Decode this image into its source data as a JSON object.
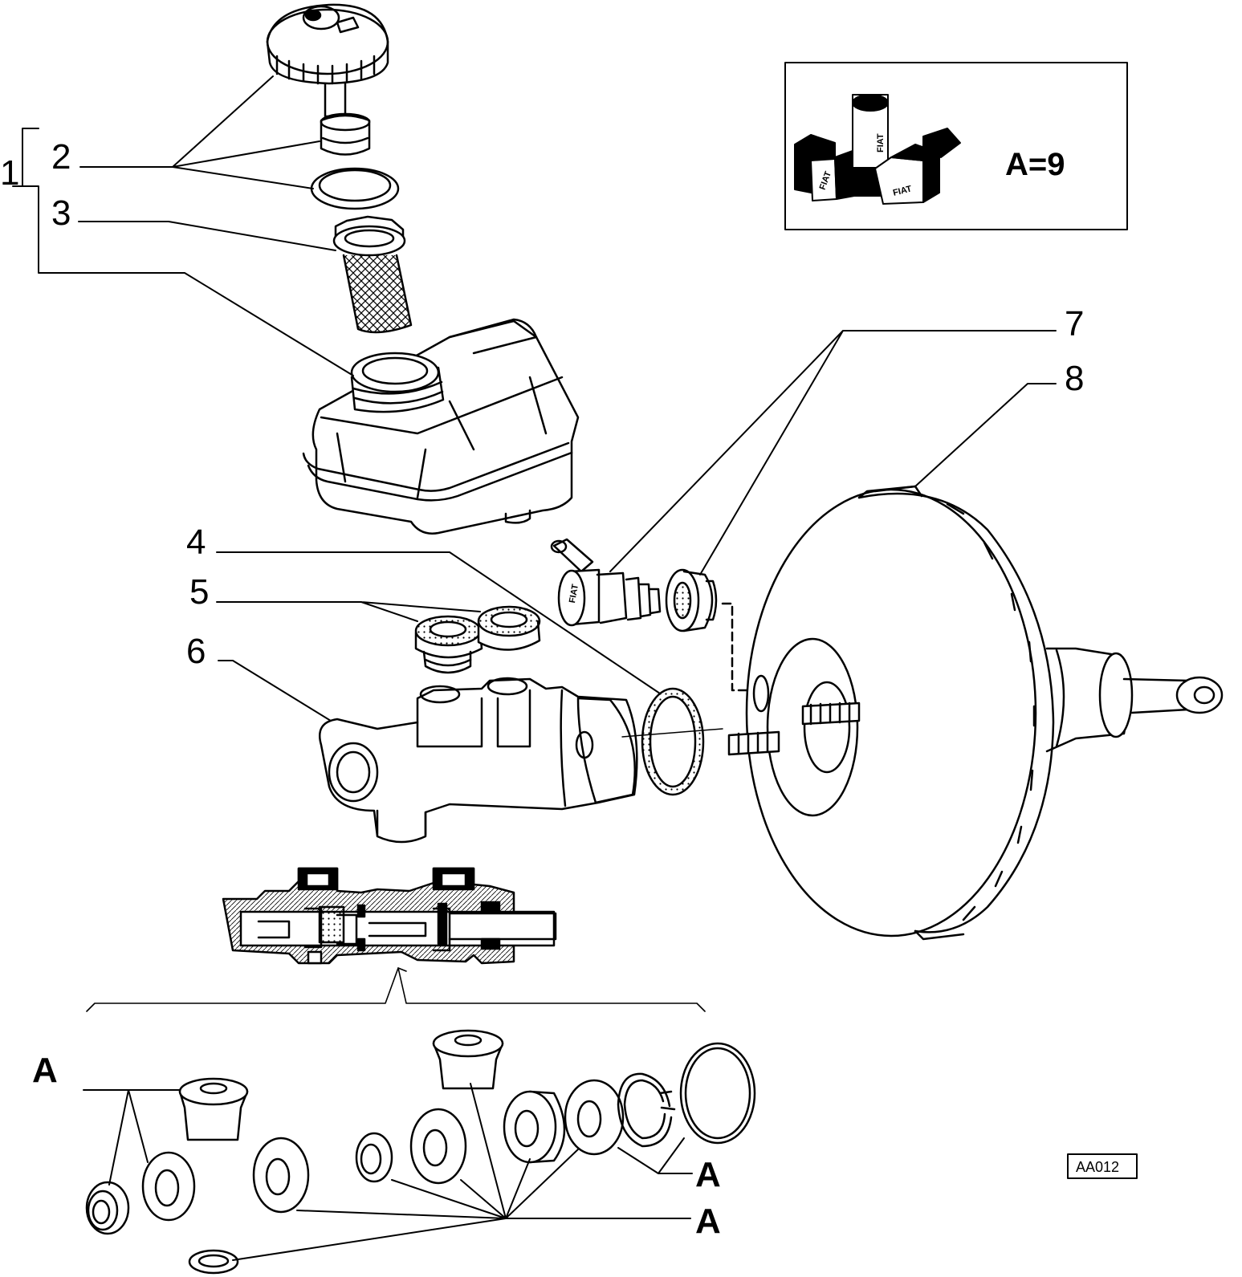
{
  "labels": {
    "l1": "1",
    "l2": "2",
    "l3": "3",
    "l4": "4",
    "l5": "5",
    "l6": "6",
    "l7": "7",
    "l8": "8",
    "a_left": "A",
    "a_right_top": "A",
    "a_right_bottom": "A"
  },
  "kit_box": {
    "text": "A=9",
    "logo_text": "FIAT"
  },
  "drawing_code": "AA012",
  "colors": {
    "ink": "#000000",
    "paper": "#ffffff"
  }
}
